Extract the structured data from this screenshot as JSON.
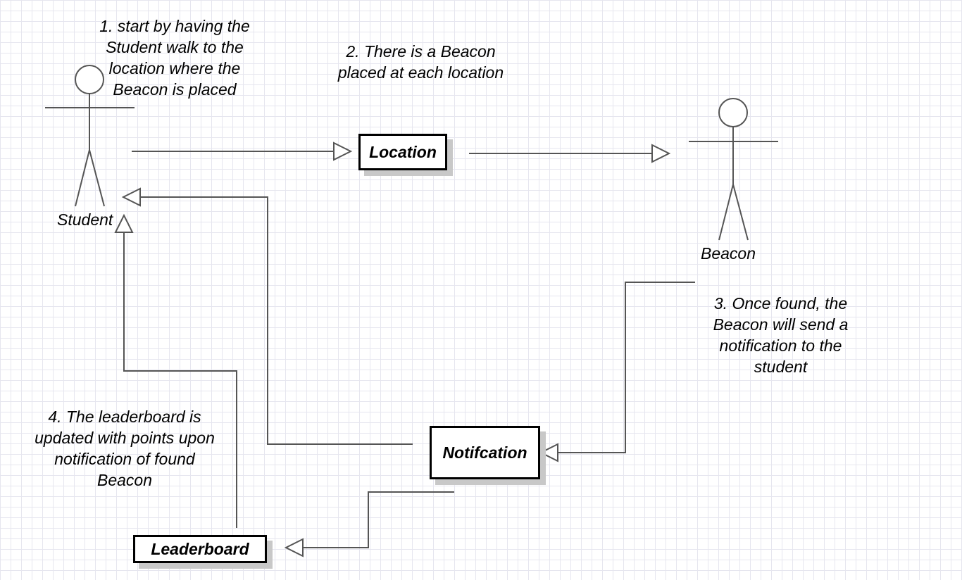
{
  "diagram": {
    "actors": {
      "student": "Student",
      "beacon": "Beacon"
    },
    "boxes": {
      "location": "Location",
      "notification": "Notifcation",
      "leaderboard": "Leaderboard"
    },
    "notes": {
      "step1": "1. start by having the\nStudent walk to the\nlocation where the\nBeacon is placed",
      "step2": "2. There is a Beacon\nplaced at each location",
      "step3": "3. Once found, the\nBeacon will send a\nnotification to the\nstudent",
      "step4": "4. The leaderboard is\nupdated with points upon\nnotification of found\nBeacon"
    }
  }
}
